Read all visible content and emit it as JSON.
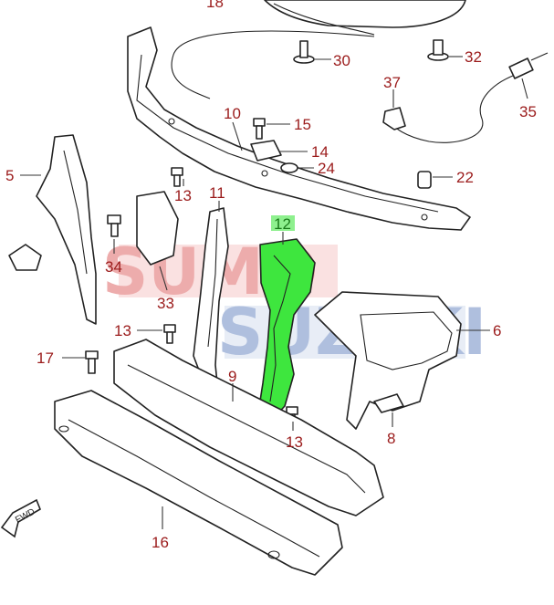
{
  "callouts": [
    {
      "id": "c18",
      "text": "18"
    },
    {
      "id": "c30",
      "text": "30"
    },
    {
      "id": "c32",
      "text": "32"
    },
    {
      "id": "c37",
      "text": "37"
    },
    {
      "id": "c35",
      "text": "35"
    },
    {
      "id": "c10",
      "text": "10"
    },
    {
      "id": "c15",
      "text": "15"
    },
    {
      "id": "c14",
      "text": "14"
    },
    {
      "id": "c24",
      "text": "24"
    },
    {
      "id": "c22",
      "text": "22"
    },
    {
      "id": "c5",
      "text": "5"
    },
    {
      "id": "c13a",
      "text": "13"
    },
    {
      "id": "c11",
      "text": "11"
    },
    {
      "id": "c12",
      "text": "12"
    },
    {
      "id": "c34",
      "text": "34"
    },
    {
      "id": "c33",
      "text": "33"
    },
    {
      "id": "c6",
      "text": "6"
    },
    {
      "id": "c13b",
      "text": "13"
    },
    {
      "id": "c17",
      "text": "17"
    },
    {
      "id": "c9",
      "text": "9"
    },
    {
      "id": "c13c",
      "text": "13"
    },
    {
      "id": "c8",
      "text": "8"
    },
    {
      "id": "c16",
      "text": "16"
    }
  ],
  "direction_marker": "FWD",
  "watermark": {
    "word1": "SUMO",
    "word2": "SUZUKI"
  },
  "highlighted_part": "12",
  "colors": {
    "label": "#9b1b1b",
    "highlight_fill": "#3ee63e",
    "highlight_label_bg": "#8ef08e",
    "watermark_red": "#e88a8a",
    "watermark_blue": "#9fb3d6"
  }
}
